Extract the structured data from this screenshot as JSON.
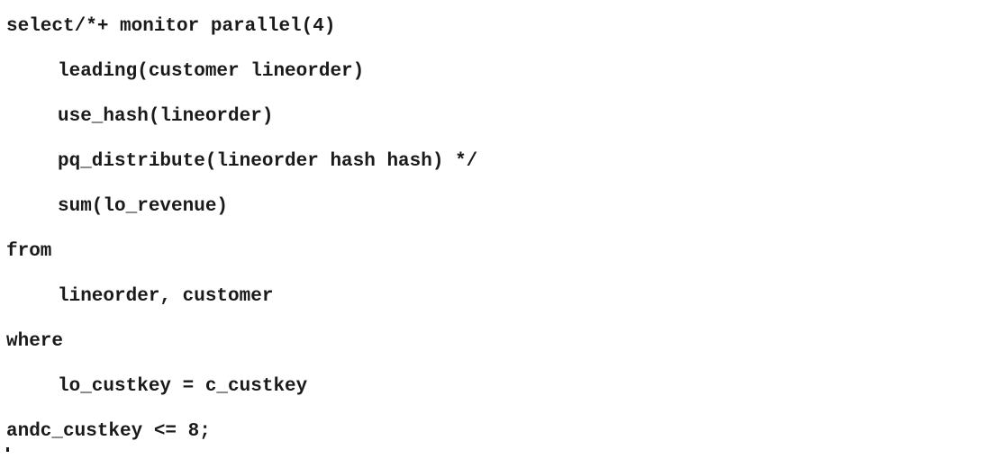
{
  "code": {
    "language": "sql",
    "lines": [
      "select/*+ monitor parallel(4)",
      "leading(customer lineorder)",
      "use_hash(lineorder)",
      "pq_distribute(lineorder hash hash) */",
      "sum(lo_revenue)",
      "from",
      "lineorder, customer",
      "where",
      "lo_custkey = c_custkey",
      "andc_custkey <= 8;"
    ]
  }
}
